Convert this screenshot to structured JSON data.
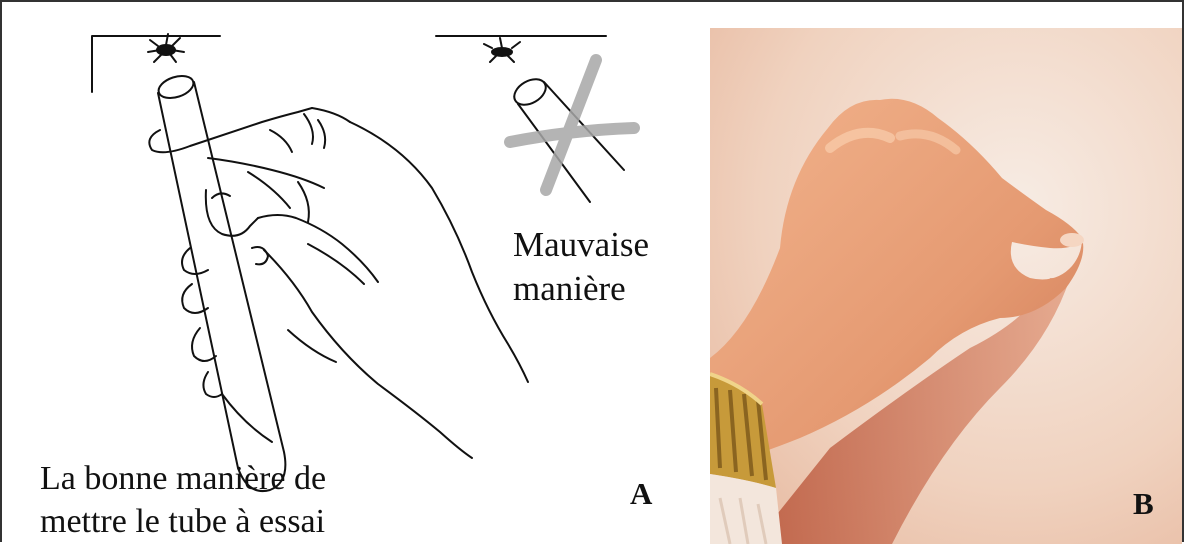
{
  "panel_a": {
    "wrong_caption": [
      "Mauvaise",
      "manière"
    ],
    "right_caption": [
      "La bonne manière de",
      "mettre le tube à essai"
    ],
    "letter": "A"
  },
  "panel_b": {
    "letter": "B"
  },
  "colors": {
    "line_art": "#111111",
    "cross": "#a8a8a8",
    "wall": "#f1d9c8",
    "skin": "#e8a27a",
    "shadow": "#c46a4a",
    "bracelet": "#c79a3a"
  }
}
